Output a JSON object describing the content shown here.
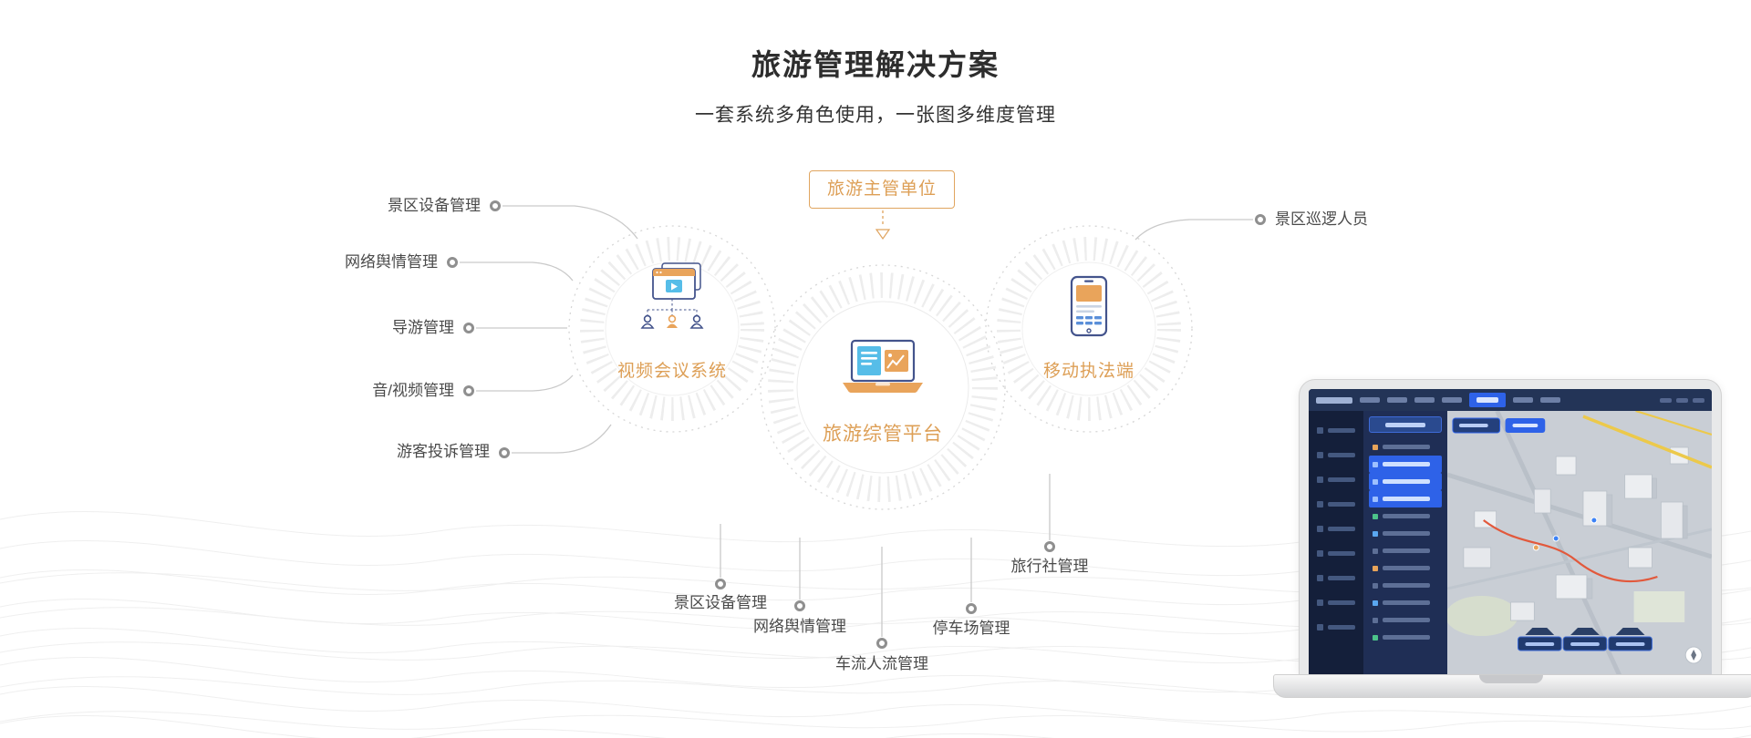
{
  "page": {
    "title": "旅游管理解决方案",
    "subtitle": "一套系统多角色使用，一张图多维度管理"
  },
  "diagram": {
    "top_box_label": "旅游主管单位",
    "nodes": [
      {
        "label": "视频会议系统",
        "icon": "video-conference-icon"
      },
      {
        "label": "旅游综管平台",
        "icon": "management-platform-laptop-icon"
      },
      {
        "label": "移动执法端",
        "icon": "mobile-enforcement-phone-icon"
      }
    ],
    "left_labels": [
      "景区设备管理",
      "网络舆情管理",
      "导游管理",
      "音/视频管理",
      "游客投诉管理"
    ],
    "right_label": "景区巡逻人员",
    "bottom_labels": [
      "景区设备管理",
      "网络舆情管理",
      "车流人流管理",
      "停车场管理",
      "旅行社管理"
    ]
  },
  "colors": {
    "accent_orange": "#dd9f56",
    "icon_navy": "#44548c",
    "icon_blue": "#56bde8",
    "icon_orange": "#e9a45b",
    "connector_grey": "#c9c9c9",
    "ring_grey": "#ededed",
    "text_dark": "#4a4a4a",
    "mock_screen_dark": "#1b2847",
    "mock_highlight_blue": "#2e62e8",
    "map_road_yellow": "#ecc94b",
    "map_route_red": "#e2593c"
  },
  "laptop_mockup": {
    "content": "dashboard-with-3d-map"
  }
}
